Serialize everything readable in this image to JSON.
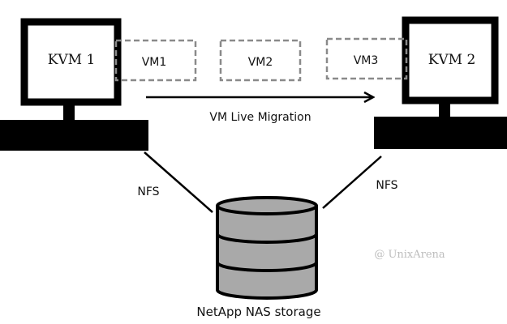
{
  "hosts": [
    {
      "label": "KVM 1"
    },
    {
      "label": "KVM 2"
    }
  ],
  "vms": [
    {
      "label": "VM1"
    },
    {
      "label": "VM2"
    },
    {
      "label": "VM3"
    }
  ],
  "migration": {
    "label": "VM Live Migration"
  },
  "links": [
    {
      "label": "NFS"
    },
    {
      "label": "NFS"
    }
  ],
  "storage": {
    "label": "NetApp NAS storage"
  },
  "watermark": {
    "text": "@ UnixArena"
  },
  "colors": {
    "ink": "#000000",
    "screen": "#ffffff",
    "vm_border": "#8a8a8a",
    "drum_fill": "#a9a9a9",
    "watermark": "#bdbdbd"
  }
}
